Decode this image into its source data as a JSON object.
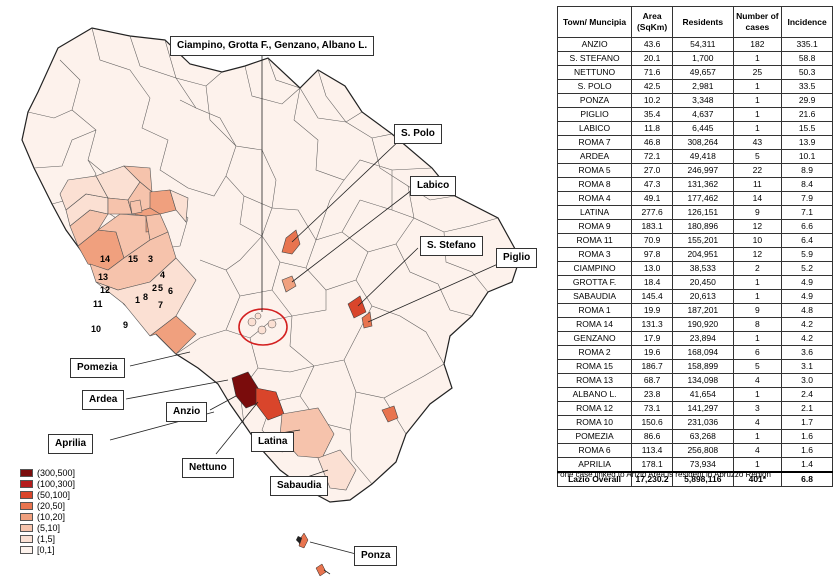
{
  "map": {
    "callouts": {
      "ciampino_group": "Ciampino, Grotta F., Genzano, Albano L.",
      "s_polo": "S. Polo",
      "labico": "Labico",
      "s_stefano": "S. Stefano",
      "piglio": "Piglio",
      "pomezia": "Pomezia",
      "ardea": "Ardea",
      "anzio": "Anzio",
      "aprilia": "Aprilia",
      "latina": "Latina",
      "nettuno": "Nettuno",
      "sabaudia": "Sabaudia",
      "ponza": "Ponza"
    },
    "municipio_numbers": [
      "1",
      "2",
      "3",
      "4",
      "5",
      "6",
      "7",
      "8",
      "9",
      "10",
      "11",
      "12",
      "13",
      "14",
      "15"
    ]
  },
  "legend": {
    "items": [
      {
        "label": "(300,500]",
        "color": "#7a0c0c"
      },
      {
        "label": "(100,300]",
        "color": "#b51c1c"
      },
      {
        "label": "(50,100]",
        "color": "#d9452b"
      },
      {
        "label": "(20,50]",
        "color": "#e8744f"
      },
      {
        "label": "(10,20]",
        "color": "#f0a07e"
      },
      {
        "label": "(5,10]",
        "color": "#f6c3ac"
      },
      {
        "label": "(1,5]",
        "color": "#fbe0d3"
      },
      {
        "label": "[0,1]",
        "color": "#fdf2ec"
      }
    ]
  },
  "table": {
    "headers": [
      "Town/ Muncipia",
      "Area (SqKm)",
      "Residents",
      "Number of cases",
      "Incidence"
    ],
    "rows": [
      [
        "ANZIO",
        "43.6",
        "54,311",
        "182",
        "335.1"
      ],
      [
        "S. STEFANO",
        "20.1",
        "1,700",
        "1",
        "58.8"
      ],
      [
        "NETTUNO",
        "71.6",
        "49,657",
        "25",
        "50.3"
      ],
      [
        "S. POLO",
        "42.5",
        "2,981",
        "1",
        "33.5"
      ],
      [
        "PONZA",
        "10.2",
        "3,348",
        "1",
        "29.9"
      ],
      [
        "PIGLIO",
        "35.4",
        "4,637",
        "1",
        "21.6"
      ],
      [
        "LABICO",
        "11.8",
        "6,445",
        "1",
        "15.5"
      ],
      [
        "ROMA 7",
        "46.8",
        "308,264",
        "43",
        "13.9"
      ],
      [
        "ARDEA",
        "72.1",
        "49,418",
        "5",
        "10.1"
      ],
      [
        "ROMA 5",
        "27.0",
        "246,997",
        "22",
        "8.9"
      ],
      [
        "ROMA 8",
        "47.3",
        "131,362",
        "11",
        "8.4"
      ],
      [
        "ROMA 4",
        "49.1",
        "177,462",
        "14",
        "7.9"
      ],
      [
        "LATINA",
        "277.6",
        "126,151",
        "9",
        "7.1"
      ],
      [
        "ROMA 9",
        "183.1",
        "180,896",
        "12",
        "6.6"
      ],
      [
        "ROMA 11",
        "70.9",
        "155,201",
        "10",
        "6.4"
      ],
      [
        "ROMA 3",
        "97.8",
        "204,951",
        "12",
        "5.9"
      ],
      [
        "CIAMPINO",
        "13.0",
        "38,533",
        "2",
        "5.2"
      ],
      [
        "GROTTA F.",
        "18.4",
        "20,450",
        "1",
        "4.9"
      ],
      [
        "SABAUDIA",
        "145.4",
        "20,613",
        "1",
        "4.9"
      ],
      [
        "ROMA 1",
        "19.9",
        "187,201",
        "9",
        "4.8"
      ],
      [
        "ROMA 14",
        "131.3",
        "190,920",
        "8",
        "4.2"
      ],
      [
        "GENZANO",
        "17.9",
        "23,894",
        "1",
        "4.2"
      ],
      [
        "ROMA 2",
        "19.6",
        "168,094",
        "6",
        "3.6"
      ],
      [
        "ROMA 15",
        "186.7",
        "158,899",
        "5",
        "3.1"
      ],
      [
        "ROMA 13",
        "68.7",
        "134,098",
        "4",
        "3.0"
      ],
      [
        "ALBANO L.",
        "23.8",
        "41,654",
        "1",
        "2.4"
      ],
      [
        "ROMA 12",
        "73.1",
        "141,297",
        "3",
        "2.1"
      ],
      [
        "ROMA 10",
        "150.6",
        "231,036",
        "4",
        "1.7"
      ],
      [
        "POMEZIA",
        "86.6",
        "63,268",
        "1",
        "1.6"
      ],
      [
        "ROMA 6",
        "113.4",
        "256,808",
        "4",
        "1.6"
      ],
      [
        "APRILIA",
        "178.1",
        "73,934",
        "1",
        "1.4"
      ]
    ],
    "overall": [
      "Lazio Overall",
      "17,230.2",
      "5,898,116",
      "401*",
      "6.8"
    ]
  },
  "footnote": "*one case linked to Anzio Area  is resident in Abruzzo Region"
}
